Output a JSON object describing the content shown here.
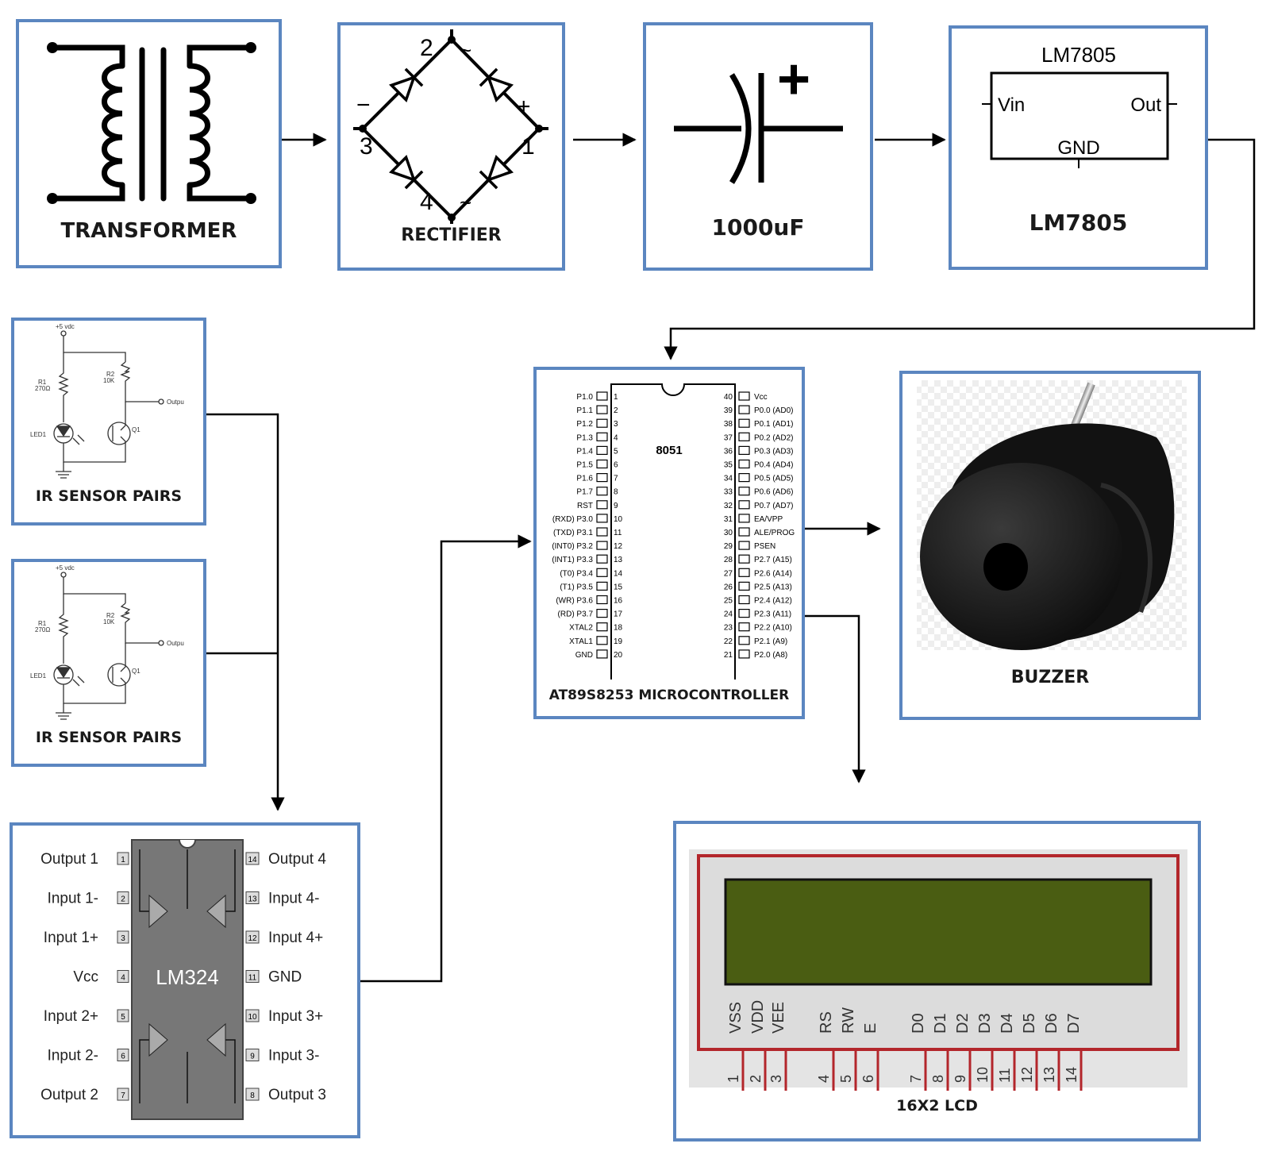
{
  "transformer": {
    "label": "TRANSFORMER"
  },
  "rectifier": {
    "label": "RECTIFIER",
    "pin1": "1",
    "pin2": "2",
    "pin3": "3",
    "pin4": "4",
    "plus": "+",
    "minus": "−",
    "ac_top": "~",
    "ac_bottom": "~"
  },
  "capacitor": {
    "label": "1000uF",
    "plus": "+"
  },
  "regulator": {
    "title": "LM7805",
    "label": "LM7805",
    "vin": "Vin",
    "out": "Out",
    "gnd": "GND"
  },
  "ir_sensor": {
    "label": "IR SENSOR PAIRS",
    "supply": "+5 vdc",
    "r1": "R1",
    "r1_val": "270Ω",
    "r2": "R2",
    "r2_val": "10K",
    "led": "LED1",
    "q": "Q1",
    "output": "Outpu"
  },
  "mcu": {
    "label": "AT89S8253 MICROCONTROLLER",
    "chip": "8051",
    "left_pins": [
      {
        "name": "P1.0",
        "num": "1"
      },
      {
        "name": "P1.1",
        "num": "2"
      },
      {
        "name": "P1.2",
        "num": "3"
      },
      {
        "name": "P1.3",
        "num": "4"
      },
      {
        "name": "P1.4",
        "num": "5"
      },
      {
        "name": "P1.5",
        "num": "6"
      },
      {
        "name": "P1.6",
        "num": "7"
      },
      {
        "name": "P1.7",
        "num": "8"
      },
      {
        "name": "RST",
        "num": "9"
      },
      {
        "name": "(RXD) P3.0",
        "num": "10"
      },
      {
        "name": "(TXD) P3.1",
        "num": "11"
      },
      {
        "name": "(INT0) P3.2",
        "num": "12"
      },
      {
        "name": "(INT1) P3.3",
        "num": "13"
      },
      {
        "name": "(T0) P3.4",
        "num": "14"
      },
      {
        "name": "(T1) P3.5",
        "num": "15"
      },
      {
        "name": "(WR) P3.6",
        "num": "16"
      },
      {
        "name": "(RD) P3.7",
        "num": "17"
      },
      {
        "name": "XTAL2",
        "num": "18"
      },
      {
        "name": "XTAL1",
        "num": "19"
      },
      {
        "name": "GND",
        "num": "20"
      }
    ],
    "right_pins": [
      {
        "name": "Vcc",
        "num": "40"
      },
      {
        "name": "P0.0 (AD0)",
        "num": "39"
      },
      {
        "name": "P0.1 (AD1)",
        "num": "38"
      },
      {
        "name": "P0.2 (AD2)",
        "num": "37"
      },
      {
        "name": "P0.3 (AD3)",
        "num": "36"
      },
      {
        "name": "P0.4 (AD4)",
        "num": "35"
      },
      {
        "name": "P0.5 (AD5)",
        "num": "34"
      },
      {
        "name": "P0.6 (AD6)",
        "num": "33"
      },
      {
        "name": "P0.7 (AD7)",
        "num": "32"
      },
      {
        "name": "EA/VPP",
        "num": "31"
      },
      {
        "name": "ALE/PROG",
        "num": "30"
      },
      {
        "name": "PSEN",
        "num": "29"
      },
      {
        "name": "P2.7 (A15)",
        "num": "28"
      },
      {
        "name": "P2.6 (A14)",
        "num": "27"
      },
      {
        "name": "P2.5 (A13)",
        "num": "26"
      },
      {
        "name": "P2.4 (A12)",
        "num": "25"
      },
      {
        "name": "P2.3 (A11)",
        "num": "24"
      },
      {
        "name": "P2.2 (A10)",
        "num": "23"
      },
      {
        "name": "P2.1 (A9)",
        "num": "22"
      },
      {
        "name": "P2.0 (A8)",
        "num": "21"
      }
    ]
  },
  "buzzer": {
    "label": "BUZZER"
  },
  "lm324": {
    "chip": "LM324",
    "left_pins": [
      {
        "name": "Output 1",
        "num": "1"
      },
      {
        "name": "Input 1-",
        "num": "2"
      },
      {
        "name": "Input 1+",
        "num": "3"
      },
      {
        "name": "Vcc",
        "num": "4"
      },
      {
        "name": "Input 2+",
        "num": "5"
      },
      {
        "name": "Input 2-",
        "num": "6"
      },
      {
        "name": "Output 2",
        "num": "7"
      }
    ],
    "right_pins": [
      {
        "name": "Output 4",
        "num": "14"
      },
      {
        "name": "Input 4-",
        "num": "13"
      },
      {
        "name": "Input 4+",
        "num": "12"
      },
      {
        "name": "GND",
        "num": "11"
      },
      {
        "name": "Input 3+",
        "num": "10"
      },
      {
        "name": "Input 3-",
        "num": "9"
      },
      {
        "name": "Output 3",
        "num": "8"
      }
    ]
  },
  "lcd": {
    "label": "16X2 LCD",
    "pins": [
      {
        "name": "VSS",
        "num": "1"
      },
      {
        "name": "VDD",
        "num": "2"
      },
      {
        "name": "VEE",
        "num": "3"
      },
      {
        "name": "RS",
        "num": "4"
      },
      {
        "name": "RW",
        "num": "5"
      },
      {
        "name": "E",
        "num": "6"
      },
      {
        "name": "D0",
        "num": "7"
      },
      {
        "name": "D1",
        "num": "8"
      },
      {
        "name": "D2",
        "num": "9"
      },
      {
        "name": "D3",
        "num": "10"
      },
      {
        "name": "D4",
        "num": "11"
      },
      {
        "name": "D5",
        "num": "12"
      },
      {
        "name": "D6",
        "num": "13"
      },
      {
        "name": "D7",
        "num": "14"
      }
    ]
  },
  "colors": {
    "border": "#5b86c0",
    "lcd_screen": "#4a5d12",
    "lcd_frame": "#b3262b",
    "ic_body": "#777777"
  }
}
